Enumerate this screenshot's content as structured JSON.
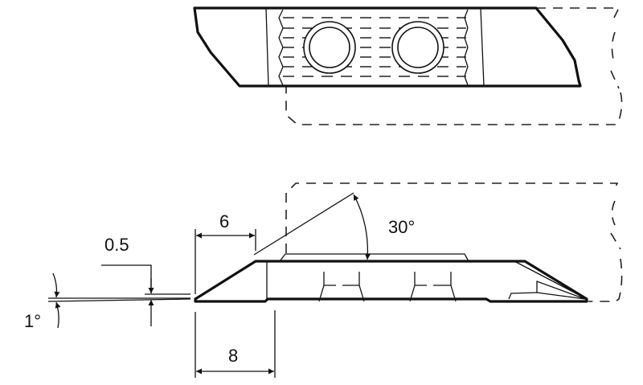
{
  "dimensions": {
    "width_top": "6",
    "width_bottom": "8",
    "thickness": "0.5",
    "rake_angle": "30°",
    "clearance_angle": "1°"
  },
  "colors": {
    "line": "#111111",
    "background": "#ffffff"
  }
}
